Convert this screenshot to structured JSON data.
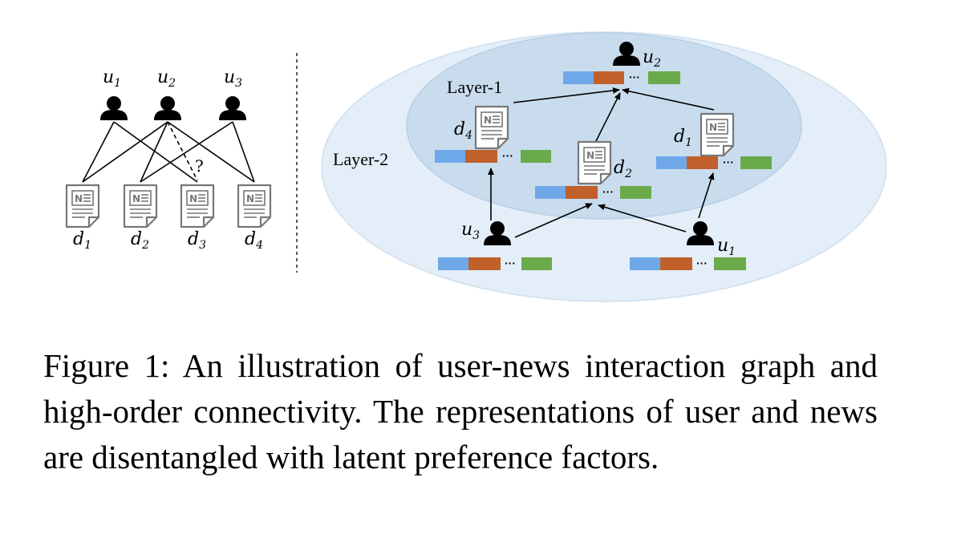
{
  "left_graph": {
    "users": [
      {
        "base": "u",
        "sub": "1"
      },
      {
        "base": "u",
        "sub": "2"
      },
      {
        "base": "u",
        "sub": "3"
      }
    ],
    "news": [
      {
        "base": "d",
        "sub": "1"
      },
      {
        "base": "d",
        "sub": "2"
      },
      {
        "base": "d",
        "sub": "3"
      },
      {
        "base": "d",
        "sub": "4"
      }
    ],
    "unknown_link_mark": "?"
  },
  "right_graph": {
    "layer1_label": "Layer-1",
    "layer2_label": "Layer-2",
    "nodes": {
      "top_user": {
        "base": "u",
        "sub": "2"
      },
      "news_d4": {
        "base": "d",
        "sub": "4"
      },
      "news_d2": {
        "base": "d",
        "sub": "2"
      },
      "news_d1": {
        "base": "d",
        "sub": "1"
      },
      "user_u3": {
        "base": "u",
        "sub": "3"
      },
      "user_u1": {
        "base": "u",
        "sub": "1"
      }
    },
    "ellipsis": "···"
  },
  "icons": {
    "user": "user-icon",
    "news": "news-document-icon"
  },
  "colors": {
    "factor_1": "#6fa8e8",
    "factor_2": "#c0602a",
    "factor_k": "#6aaa4a",
    "layer1_fill": "#c9dcee",
    "layer2_fill": "#e3eef8"
  },
  "caption": "Figure 1: An illustration of user-news interaction graph and high-order connectivity.  The representations of user and news are disentangled with latent preference factors."
}
